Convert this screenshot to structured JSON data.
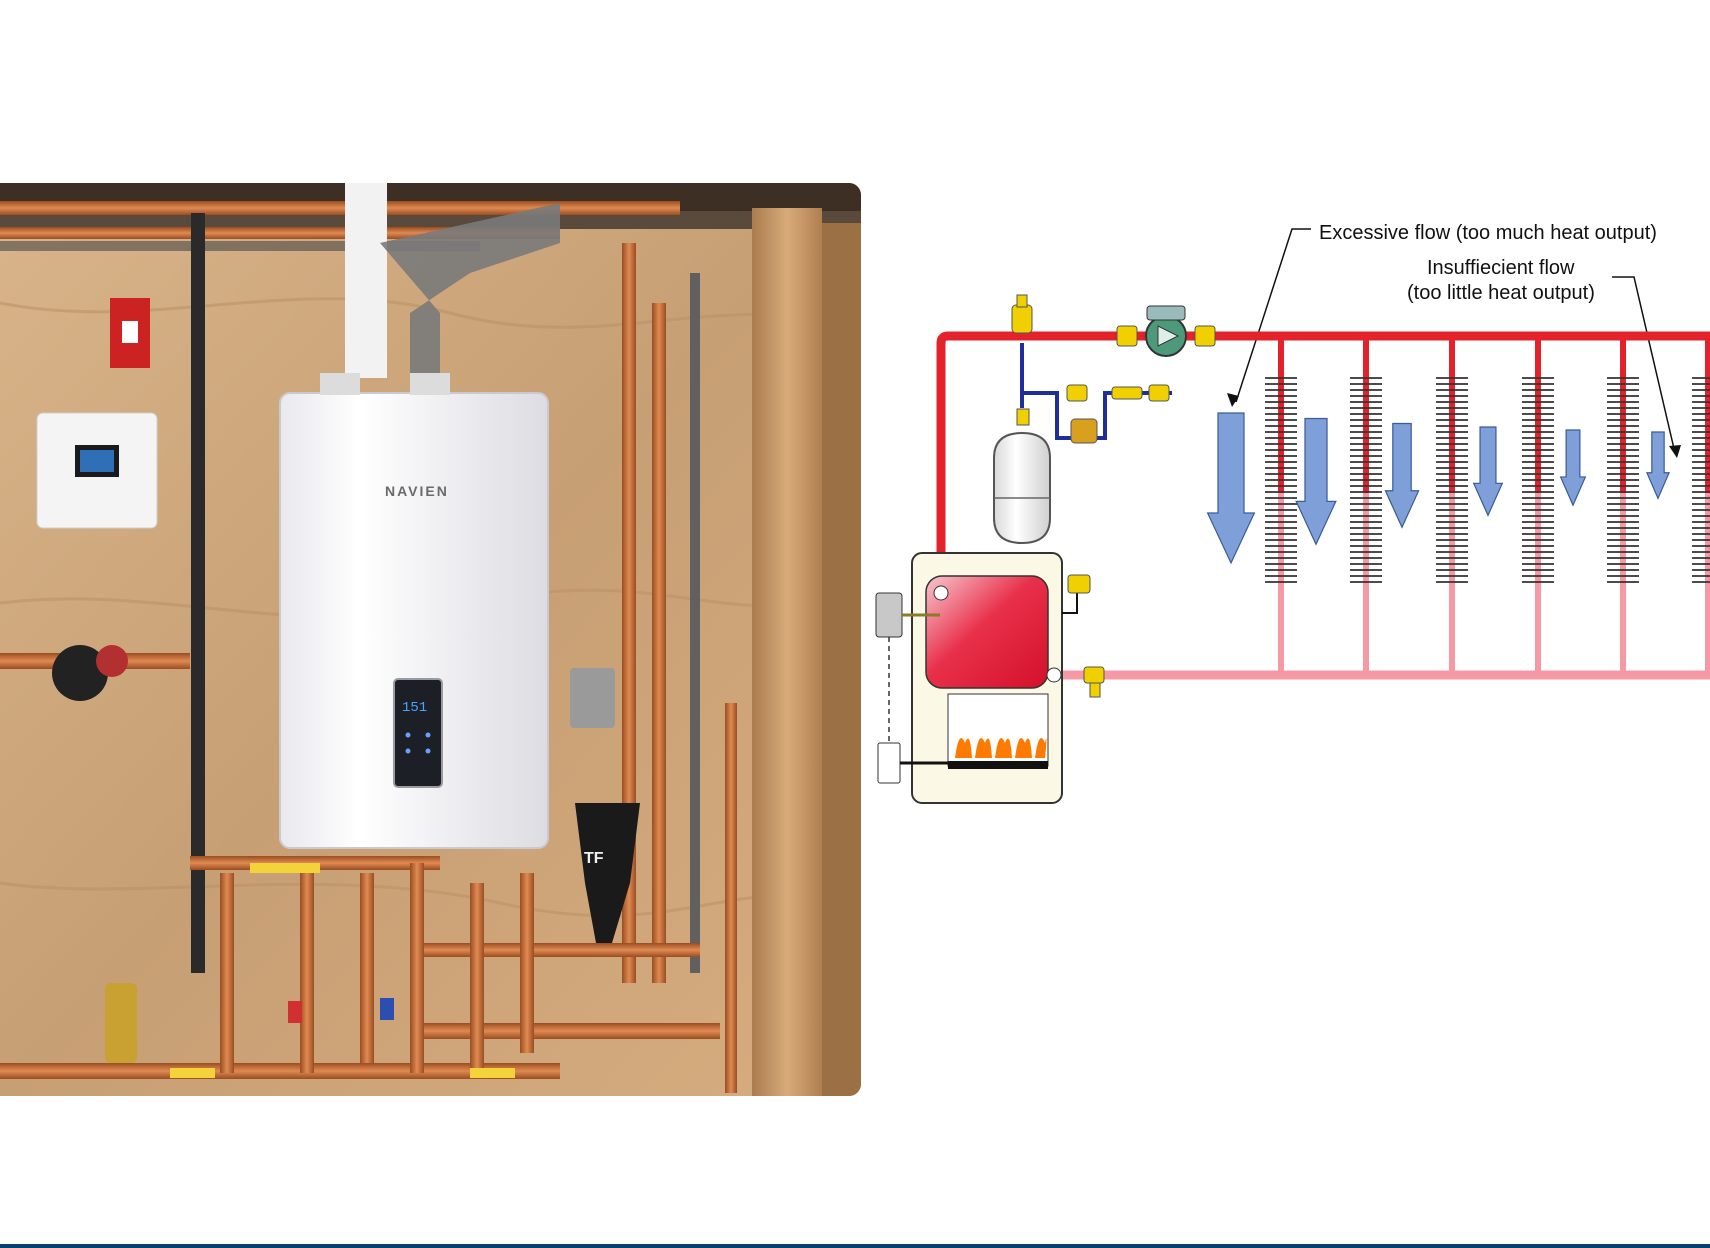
{
  "photo": {
    "boiler_brand": "NAVIEN",
    "boiler_display": "151",
    "separator_marking": "TF"
  },
  "diagram": {
    "annotations": [
      {
        "text": "Excessive flow (too much heat output)"
      },
      {
        "text": "Insuffiecient flow"
      },
      {
        "text": "(too little heat output)"
      }
    ],
    "flow_levels": [
      1.0,
      0.78,
      0.58,
      0.44,
      0.32,
      0.24
    ],
    "colors": {
      "supply": "#e3222b",
      "return": "#f59aa4",
      "flow_arrow": "#7f9fd8",
      "expansion_line": "#1e2f9b"
    }
  }
}
